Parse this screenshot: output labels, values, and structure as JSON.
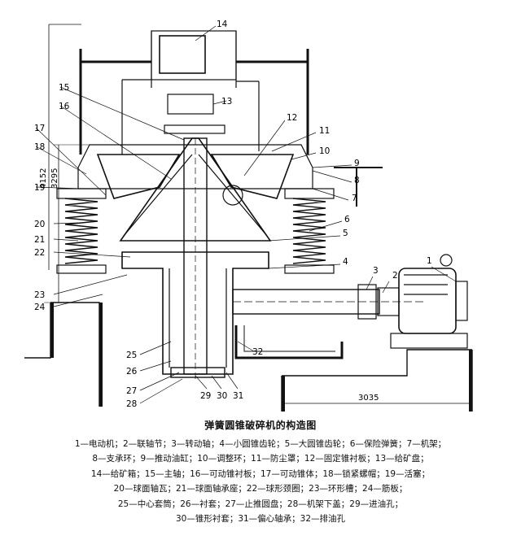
{
  "dimensions": {
    "overall_height": "4152",
    "inner_height": "3295",
    "base_length": "3035"
  },
  "part_numbers": [
    "1",
    "2",
    "3",
    "4",
    "5",
    "6",
    "7",
    "8",
    "9",
    "10",
    "11",
    "12",
    "13",
    "14",
    "15",
    "16",
    "17",
    "18",
    "19",
    "20",
    "21",
    "22",
    "23",
    "24",
    "25",
    "26",
    "27",
    "28",
    "29",
    "30",
    "31",
    "32"
  ],
  "caption": {
    "title": "弹簧圆锥破碎机的构造图",
    "legend_lines": [
      "1—电动机；2—联轴节；3—转动轴；4—小圆锥齿轮；5—大圆锥齿轮；6—保险弹簧；7—机架；",
      "8—支承环；9—推动油缸；10—调整环；11—防尘罩；12—固定锥衬板；13—给矿盘；",
      "14—给矿箱；15—主轴；16—可动锥衬板；17—可动锥体；18—锁紧螺帽；19—活塞；",
      "20—球面轴瓦；21—球面轴承座；22—球形颈圈；23—环形槽；24—筋板；",
      "25—中心套筒；26—衬套；27—止推圆盘；28—机架下盖；29—进油孔；",
      "30—锥形衬套；31—偏心轴承；32—排油孔"
    ]
  }
}
